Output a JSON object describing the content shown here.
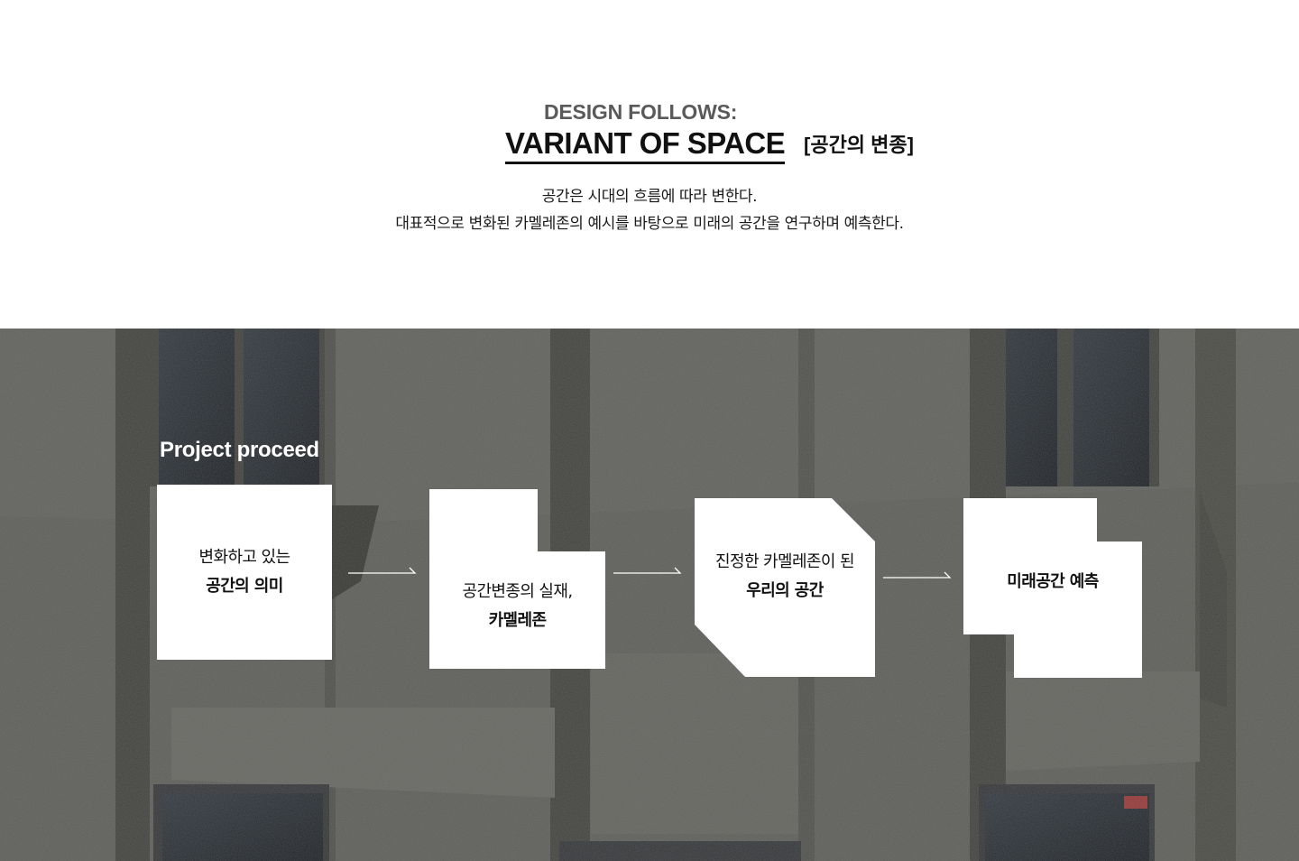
{
  "header": {
    "eyebrow": "DESIGN FOLLOWS:",
    "title": "VARIANT OF SPACE",
    "title_ko": "[공간의 변종]",
    "description": [
      "공간은 시대의 흐름에 따라 변한다.",
      "대표적으로 변화된 카멜레존의 예시를 바탕으로 미래의 공간을 연구하며 예측한다."
    ]
  },
  "process": {
    "label": "Project proceed",
    "steps": [
      {
        "line1": "변화하고 있는",
        "line2": "공간의 의미"
      },
      {
        "line1": "공간변종의 실재,",
        "line2": "카멜레존"
      },
      {
        "line1": "진정한 카멜레존이 된",
        "line2": "우리의 공간"
      },
      {
        "line1": "",
        "line2": "미래공간 예측"
      }
    ]
  },
  "colors": {
    "wall": "#6a6a66",
    "pillar_shadow": "#3e3e3b",
    "window_glass": "#2b3036",
    "box": "#ffffff",
    "text_dark": "#111111",
    "eyebrow": "#5a5a5a"
  },
  "icons": [
    "arrow-right-icon"
  ]
}
